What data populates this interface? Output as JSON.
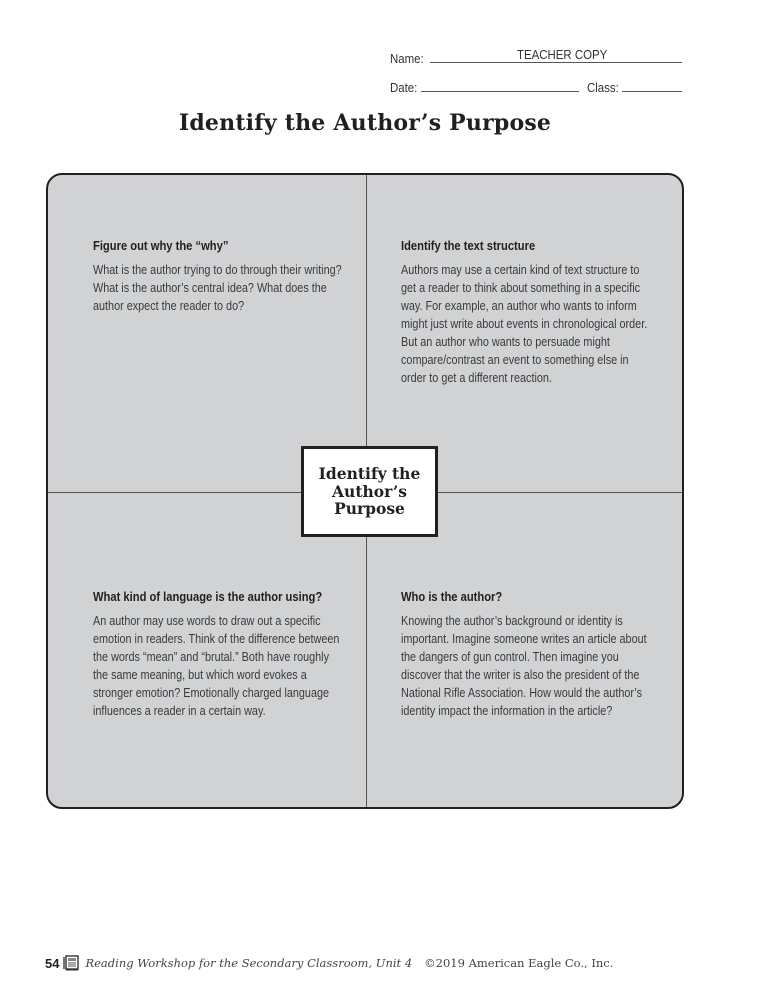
{
  "header": {
    "name_label": "Name:",
    "name_value": "TEACHER COPY",
    "date_label": "Date:",
    "date_value": "",
    "class_label": "Class:",
    "class_value": ""
  },
  "title": "Identify the Author’s Purpose",
  "organizer": {
    "center_label": "Identify the Author’s Purpose",
    "quadrants": [
      {
        "heading": "Figure out why the “why”",
        "body": "What is the author trying to do through their writing? What is the author’s central idea? What does the author expect the reader to do?"
      },
      {
        "heading": "Identify the text structure",
        "body": "Authors may use a certain kind of text structure to get a reader to think about something in a specific way. For example, an author who wants to inform might just write about events in chronological order. But an author who wants to persuade might compare/contrast an event to something else in order to get a different reaction."
      },
      {
        "heading": "What kind of language is the author using?",
        "body": "An author may use words to draw out a specific emotion in readers. Think of the difference between the words “mean” and “brutal.” Both have roughly the same meaning, but which word evokes a stronger emotion? Emotionally charged language influences a reader in a certain way."
      },
      {
        "heading": "Who is the author?",
        "body": "Knowing the author’s background or identity is important. Imagine someone writes an article about the dangers of gun control. Then imagine you discover that the writer is also the president of the National Rifle Association. How would the author’s identity impact the information in the article?"
      }
    ]
  },
  "footer": {
    "page_number": "54",
    "icon": "book-icon",
    "book_title": "Reading Workshop for the Secondary Classroom, Unit 4",
    "copyright": "©2019 American Eagle Co., Inc."
  }
}
